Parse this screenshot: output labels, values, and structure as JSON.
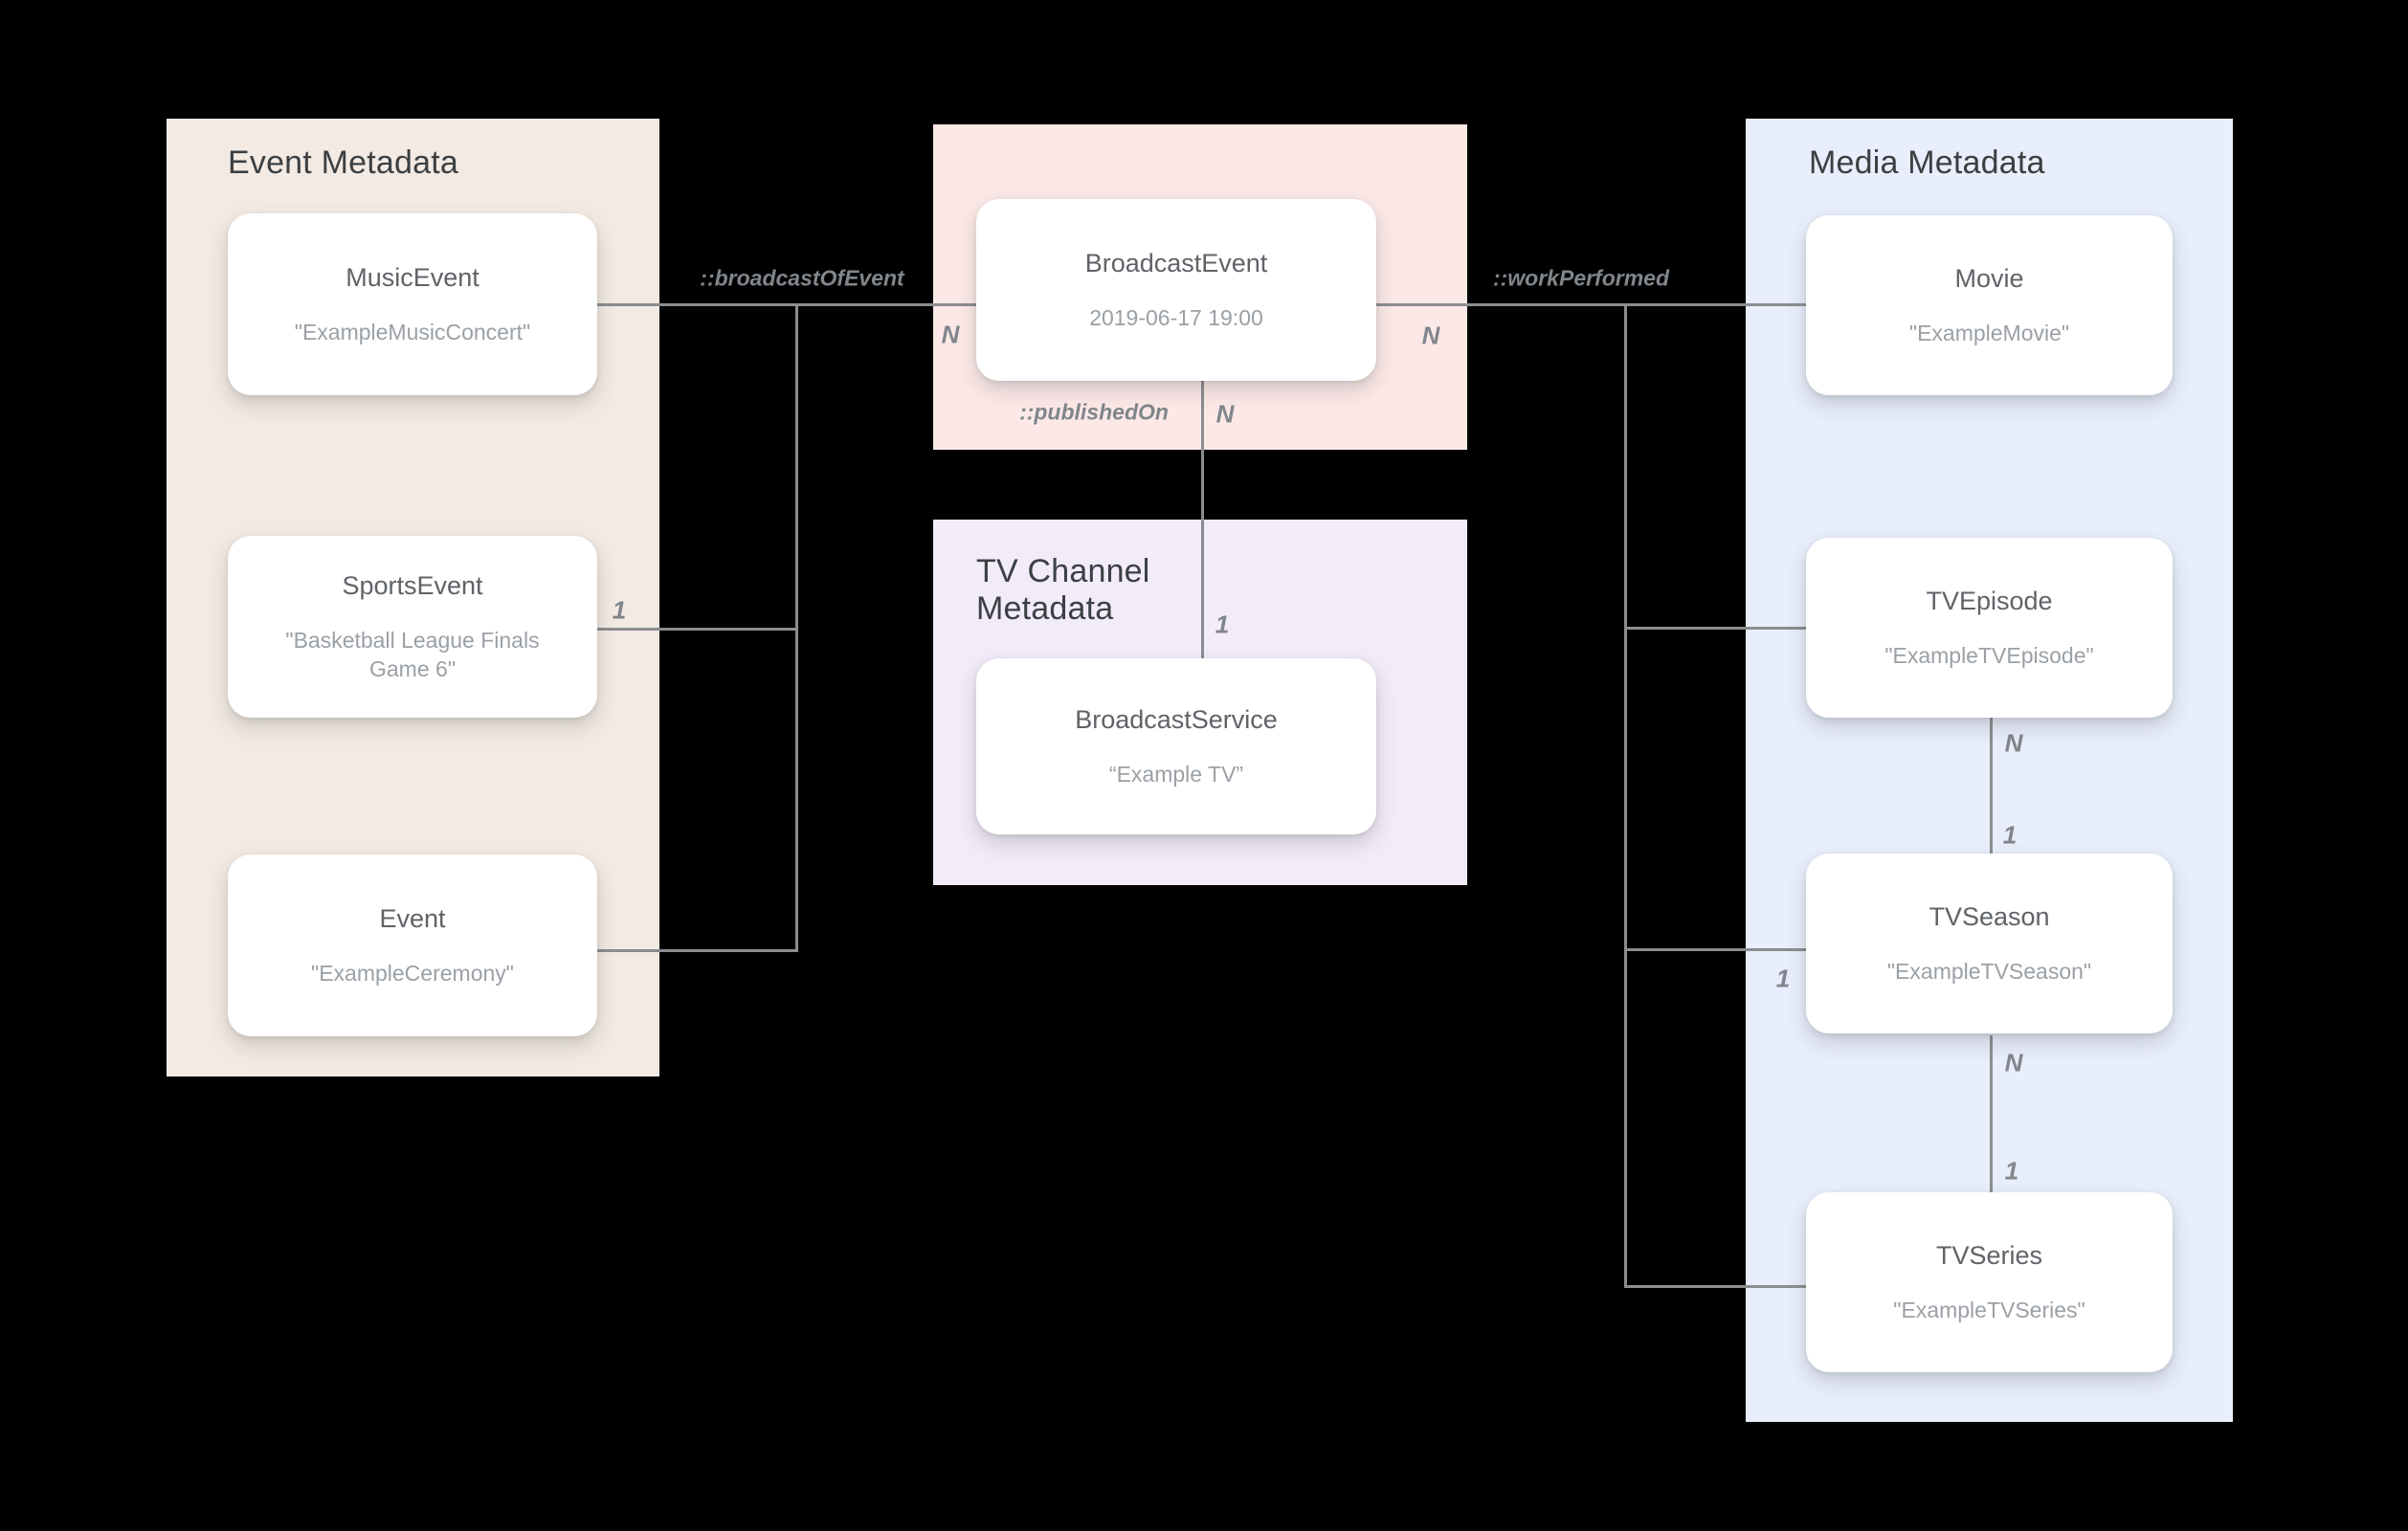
{
  "diagram": {
    "panels": {
      "event_metadata": {
        "title": "Event Metadata"
      },
      "tv_channel_metadata": {
        "title_line1": "TV Channel",
        "title_line2": "Metadata"
      },
      "media_metadata": {
        "title": "Media Metadata"
      }
    },
    "nodes": {
      "music_event": {
        "type": "MusicEvent",
        "value": "\"ExampleMusicConcert\""
      },
      "sports_event": {
        "type": "SportsEvent",
        "value": "\"Basketball League Finals Game 6\""
      },
      "event": {
        "type": "Event",
        "value": "\"ExampleCeremony\""
      },
      "broadcast_event": {
        "type": "BroadcastEvent",
        "value": "2019-06-17 19:00"
      },
      "broadcast_service": {
        "type": "BroadcastService",
        "value": "“Example TV”"
      },
      "movie": {
        "type": "Movie",
        "value": "\"ExampleMovie\""
      },
      "tv_episode": {
        "type": "TVEpisode",
        "value": "\"ExampleTVEpisode\""
      },
      "tv_season": {
        "type": "TVSeason",
        "value": "\"ExampleTVSeason\""
      },
      "tv_series": {
        "type": "TVSeries",
        "value": "\"ExampleTVSeries\""
      }
    },
    "relations": {
      "broadcast_of_event": "::broadcastOfEvent",
      "work_performed": "::workPerformed",
      "published_on": "::publishedOn"
    },
    "cardinalities": {
      "broadcastevent_event_side_n": "N",
      "sportsevent_one": "1",
      "broadcastevent_work_side_n": "N",
      "broadcastevent_publishedon_n": "N",
      "broadcastservice_one": "1",
      "tvseason_work_side_one": "1",
      "tvepisode_n": "N",
      "tvepisode_tvseason_one": "1",
      "tvseason_n": "N",
      "tvseason_tvseries_one": "1"
    }
  },
  "colors": {
    "page_bg": "#000000",
    "panel_event_bg": "#F3EAE3",
    "panel_broadcast_bg": "#FCE9E7",
    "panel_tv_bg": "#F2EBF9",
    "panel_media_bg": "#E8EEFB",
    "card_bg": "#FFFFFF",
    "line_color": "#8B8D90",
    "title_color": "#3C4043",
    "node_title_color": "#5F6368",
    "node_sub_color": "#9AA0A6",
    "label_color": "#80868B"
  }
}
